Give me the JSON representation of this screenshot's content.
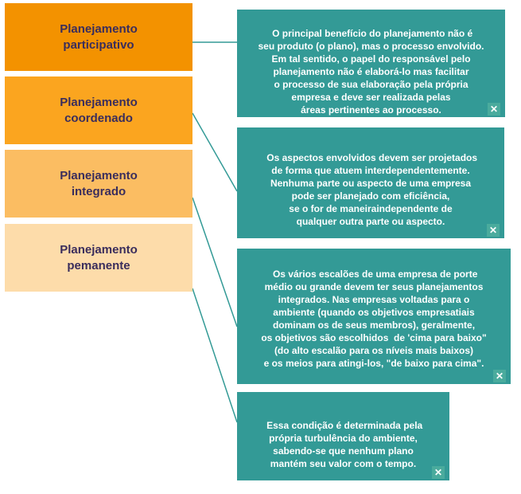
{
  "categories": [
    {
      "label": "Planejamento\nparticipativo",
      "color": "#f39200"
    },
    {
      "label": "Planejamento\ncoordenado",
      "color": "#fba51f"
    },
    {
      "label": "Planejamento\nintegrado",
      "color": "#fbbd62"
    },
    {
      "label": "Planejamento\npemanente",
      "color": "#fddcaa"
    }
  ],
  "descriptions": [
    "O principal benefício do planejamento não é\nseu produto (o plano), mas o processo envolvido.\nEm tal sentido, o papel do responsável pelo\nplanejamento não é elaborá-lo mas facilitar\no processo de sua elaboração pela própria\nempresa e deve ser realizada pelas\náreas pertinentes ao processo.",
    "Os aspectos envolvidos devem ser projetados\nde forma que atuem interdependentemente.\nNenhuma parte ou aspecto de uma empresa\npode ser planejado com eficiência,\nse o for de maneiraindependente de\nqualquer outra parte ou aspecto.",
    "Os vários escalões de uma empresa de porte\nmédio ou grande devem ter seus planejamentos\nintegrados. Nas empresas voltadas para o\nambiente (quando os objetivos empresatiais\ndominam os de seus membros), geralmente,\nos objetivos são escolhidos  de 'cima para baixo\"\n(do alto escalão para os níveis mais baixos)\ne os meios para atingi-los, \"de baixo para cima\".",
    "Essa condição é determinada pela\nprópria turbulência do ambiente,\nsabendo-se que nenhum plano\nmantém seu valor com o tempo."
  ],
  "close_symbol": "✕",
  "accent": "#339a96"
}
